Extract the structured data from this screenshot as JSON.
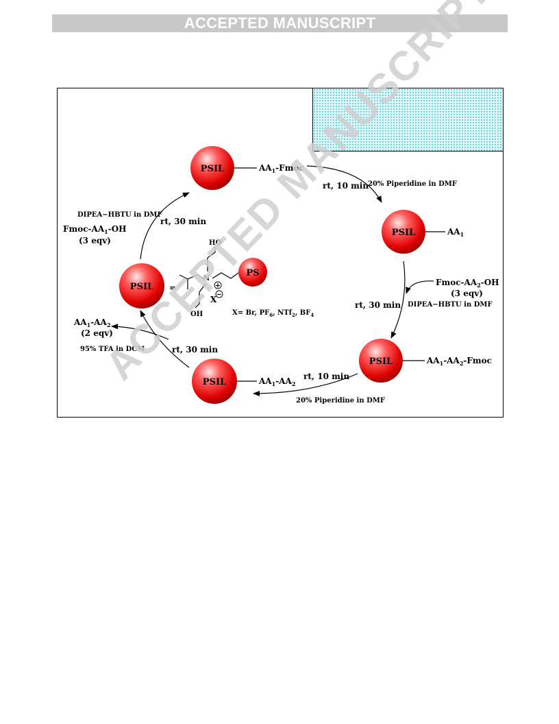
{
  "banner": "ACCEPTED MANUSCRIPT",
  "watermark": "ACCEPTED MANUSCRIPT",
  "scheme": {
    "bead_label": "PSIL",
    "ps_label": "PS",
    "equals": "=",
    "structure": {
      "oh_top": "HO",
      "oh_bottom": "OH",
      "n": "N",
      "plus": "+",
      "x": "X",
      "minus": "−"
    },
    "counterions": {
      "prefix": "X= Br, PF",
      "pf_sub": "6",
      "ntf": ", NTf",
      "ntf_sub": "2",
      "bf": ", BF",
      "bf_sub": "4"
    },
    "species": {
      "aa1_fmoc": {
        "a": "AA",
        "s1": "1",
        "b": "-Fmoc"
      },
      "aa1": {
        "a": "AA",
        "s1": "1"
      },
      "aa1_aa2_fmoc": {
        "a": "AA",
        "s1": "1",
        "b": "-AA",
        "s2": "2",
        "c": "-Fmoc"
      },
      "aa1_aa2_bead": {
        "a": "AA",
        "s1": "1",
        "b": "-AA",
        "s2": "2"
      },
      "aa1_aa2_free": {
        "a": "AA",
        "s1": "1",
        "b": "-AA",
        "s2": "2"
      }
    },
    "reagents": {
      "fmoc_aa1": {
        "a": "Fmoc-AA",
        "s": "1",
        "b": "-OH"
      },
      "fmoc_aa2": {
        "a": "Fmoc-AA",
        "s": "2",
        "b": "-OH"
      },
      "three_eqv": "(3 eqv)",
      "two_eqv": "(2 eqv)",
      "dipea": "DIPEA−HBTU in DMF",
      "piperidine": "20% Piperidine in DMF",
      "tfa": "95% TFA in DCM"
    },
    "conditions": {
      "rt30": "rt, 30 min",
      "rt10": "rt, 10 min"
    }
  }
}
